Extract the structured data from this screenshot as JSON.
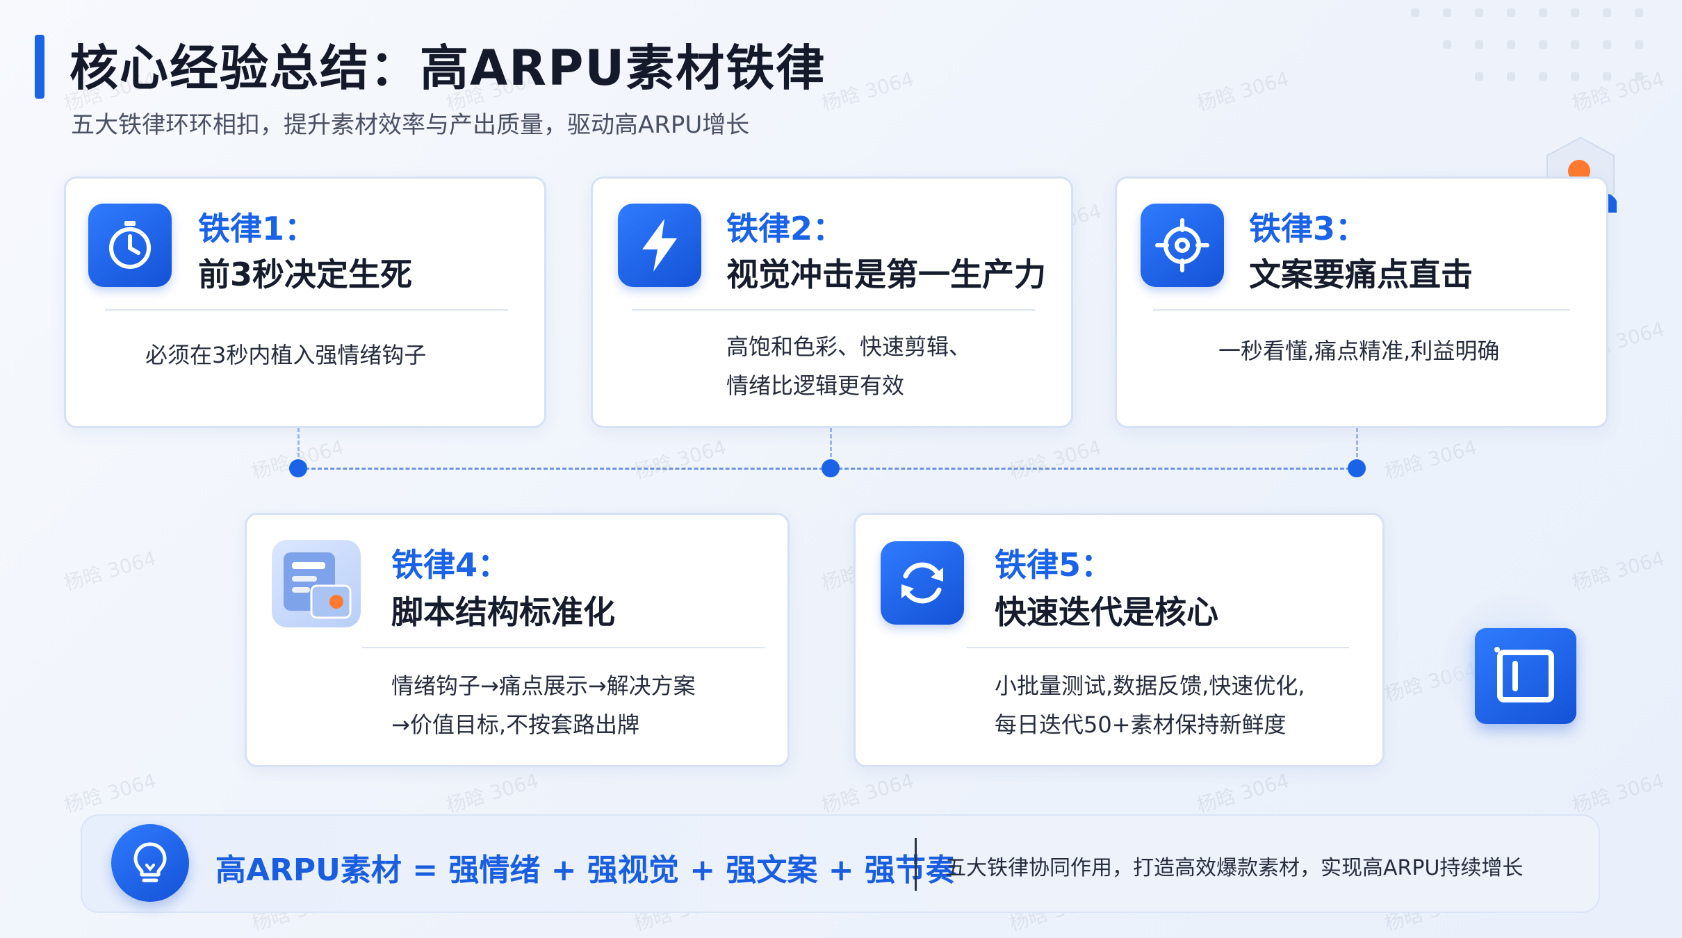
{
  "header": {
    "title": "核心经验总结：高ARPU素材铁律",
    "subtitle": "五大铁律环环相扣，提升素材效率与产出质量，驱动高ARPU增长"
  },
  "rules": [
    {
      "label": "铁律1：",
      "headline": "前3秒决定生死",
      "lines": [
        "必须在3秒内植入强情绪钩子"
      ],
      "icon": "stopwatch-icon"
    },
    {
      "label": "铁律2：",
      "headline": "视觉冲击是第一生产力",
      "lines": [
        "高饱和色彩、快速剪辑、",
        "情绪比逻辑更有效"
      ],
      "icon": "lightning-icon"
    },
    {
      "label": "铁律3：",
      "headline": "文案要痛点直击",
      "lines": [
        "一秒看懂,痛点精准,利益明确"
      ],
      "icon": "target-icon"
    },
    {
      "label": "铁律4：",
      "headline": "脚本结构标准化",
      "lines": [
        "情绪钩子→痛点展示→解决方案",
        "→价值目标,不按套路出牌"
      ],
      "icon": "script-template-icon"
    },
    {
      "label": "铁律5：",
      "headline": "快速迭代是核心",
      "lines": [
        "小批量测试,数据反馈,快速优化,",
        "每日迭代50+素材保持新鲜度"
      ],
      "icon": "refresh-cycle-icon"
    }
  ],
  "footer": {
    "formula": "高ARPU素材 = 强情绪 + 强视觉 + 强文案 + 强节奏",
    "summary": "五大铁律协同作用，打造高效爆款素材，实现高ARPU持续增长",
    "icon": "lightbulb-icon"
  },
  "watermark": "杨晗 3064",
  "colors": {
    "accent": "#1a63e6",
    "text": "#161c2c",
    "card_border": "#d6e1f3"
  }
}
